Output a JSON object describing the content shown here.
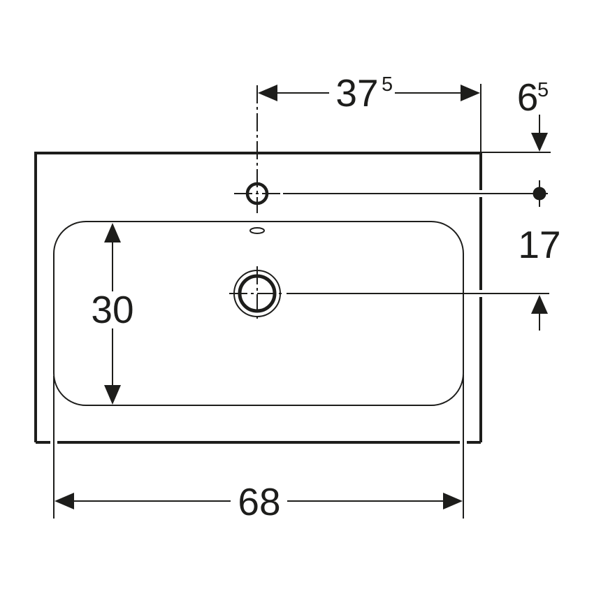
{
  "drawing": {
    "background": "#ffffff",
    "line_color": "#1d1d1b",
    "view": "washbasin-top-view",
    "dimensions": {
      "tap_to_right_edge": {
        "value": "37",
        "sup": "5"
      },
      "top_edge_to_tap": {
        "value": "6",
        "sup": "5"
      },
      "tap_to_drain": {
        "value": "17"
      },
      "bowl_depth": {
        "value": "30"
      },
      "bowl_width": {
        "value": "68"
      }
    }
  }
}
